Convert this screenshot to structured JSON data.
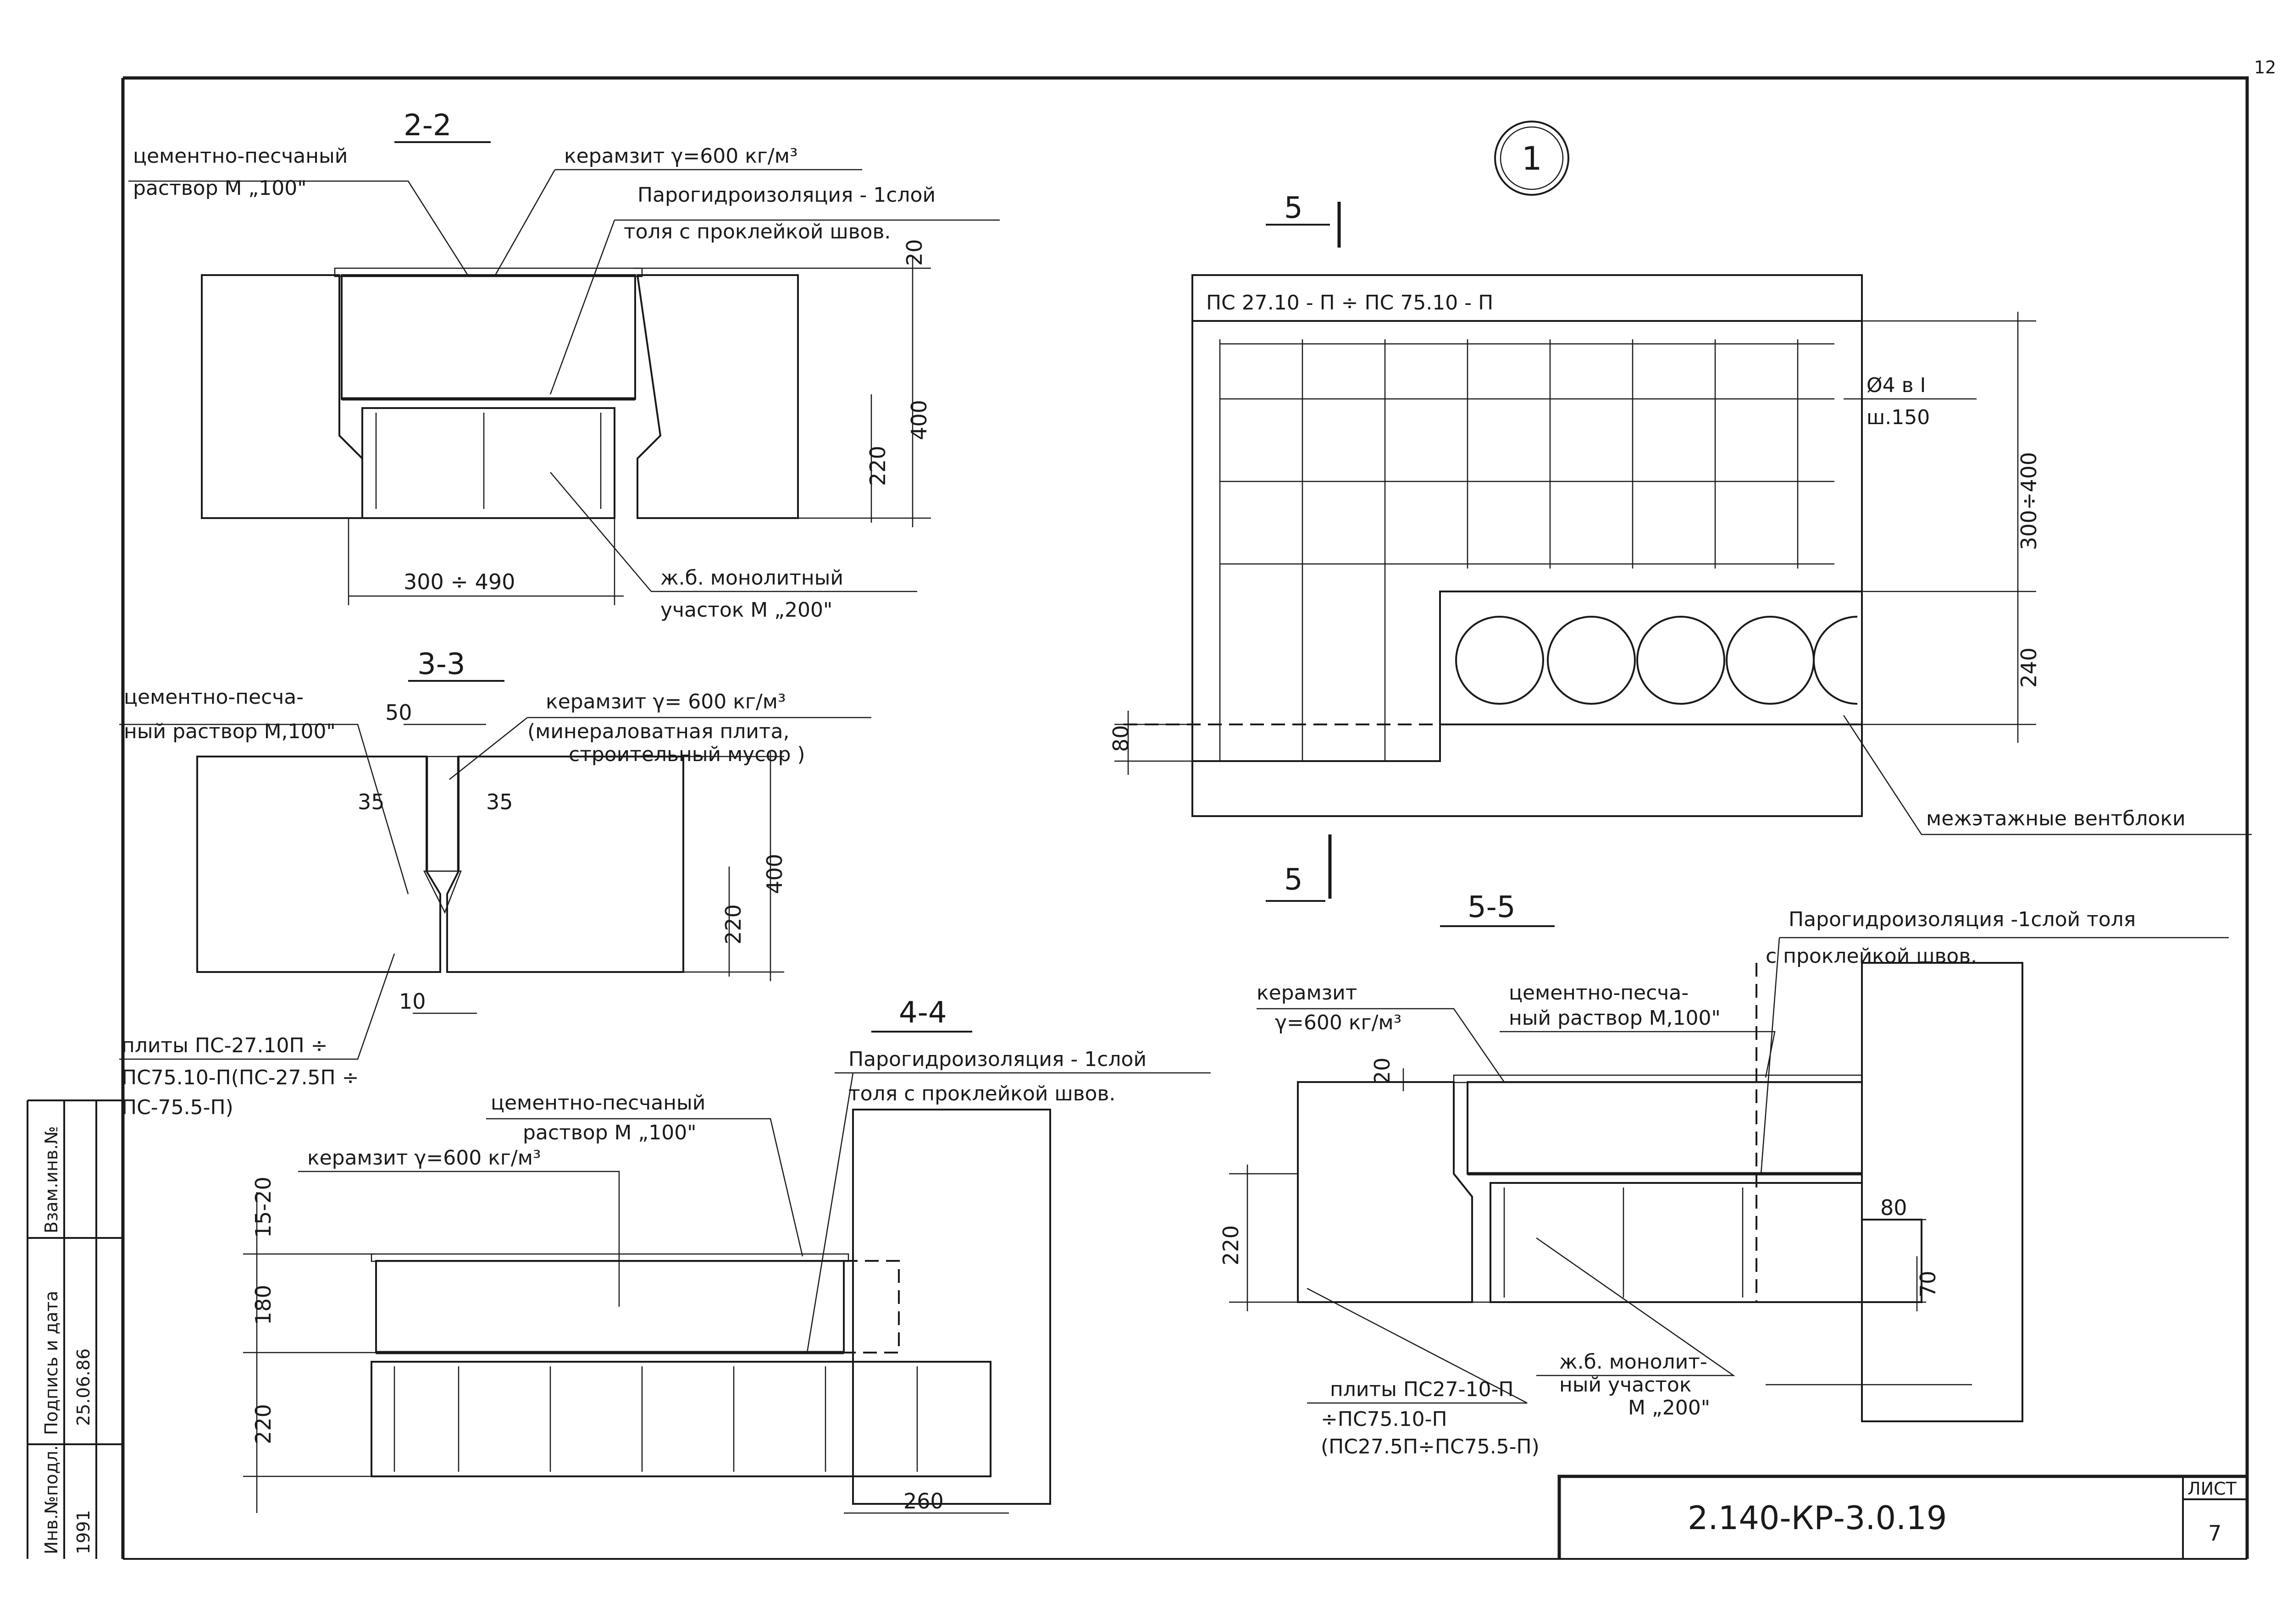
{
  "sections": {
    "s22": {
      "title": "2-2",
      "label_mortar": [
        "цементно-песчаный",
        "раствор М „100\""
      ],
      "label_keramzit": "керамзит γ=600 кг/м³",
      "label_vapor": [
        "Парогидроизоляция - 1слой",
        "толя с проклейкой швов."
      ],
      "label_monolith": [
        "ж.б. монолитный",
        "участок М „200\""
      ],
      "dim_20": "20",
      "dim_400": "400",
      "dim_220": "220",
      "dim_width": "300 ÷ 490"
    },
    "s33": {
      "title": "3-3",
      "label_mortar": [
        "цементно-песча-",
        "ный раствор М,100\""
      ],
      "label_keramzit": [
        "керамзит γ= 600 кг/м³",
        "(минераловатная плита,",
        "строительный мусор )"
      ],
      "dim_50": "50",
      "dim_35a": "35",
      "dim_35b": "35",
      "dim_400": "400",
      "dim_220": "220",
      "dim_10": "10",
      "label_slabs": [
        "плиты ПС-27.10П ÷",
        "ПС75.10-П(ПС-27.5П ÷",
        "ПС-75.5-П)"
      ]
    },
    "s44": {
      "title": "4-4",
      "label_vapor": [
        "Парогидроизоляция - 1слой",
        "толя с проклейкой швов."
      ],
      "label_mortar": [
        "цементно-песчаный",
        "раствор М „100\""
      ],
      "label_keramzit": "керамзит γ=600 кг/м³",
      "dim_1520": "15-20",
      "dim_180": "180",
      "dim_220": "220",
      "dim_260": "260"
    },
    "plan": {
      "circle_num": "1",
      "cut_mark": "5",
      "cut_mark_b": "5",
      "label_slab": "ПС 27.10 - П ÷ ПС 75.10 - П",
      "label_rebar": [
        "Ø4 в I",
        "ш.150"
      ],
      "dim_300400": "300÷400",
      "dim_240": "240",
      "dim_80": "80",
      "label_vent": "межэтажные вентблоки"
    },
    "s55": {
      "title": "5-5",
      "label_vapor": [
        "Парогидроизоляция -1слой толя",
        "с проклейкой  швов."
      ],
      "label_keramzit": [
        "керамзит",
        "γ=600 кг/м³"
      ],
      "label_mortar": [
        "цементно-песча-",
        "ный раствор М,100\""
      ],
      "dim_20": "20",
      "dim_220": "220",
      "dim_80": "80",
      "dim_70": "70",
      "label_monolith": [
        "ж.б. монолит-",
        "ный участок",
        "М „200\""
      ],
      "label_slabs": [
        "плиты ПС27-10-П",
        "÷ПС75.10-П",
        "(ПС27.5П÷ПС75.5-П)"
      ]
    }
  },
  "stamp": {
    "code": "2.140-КР-3.0.19",
    "sheet_label": "ЛИСТ",
    "sheet_num": "7",
    "corner": "12"
  },
  "side_strip": {
    "inv": "Взам.инв.№",
    "sign": "Подпись и дата",
    "date": "25.06.86",
    "orig": "Инв.№подл.",
    "orig_num": "1991"
  }
}
